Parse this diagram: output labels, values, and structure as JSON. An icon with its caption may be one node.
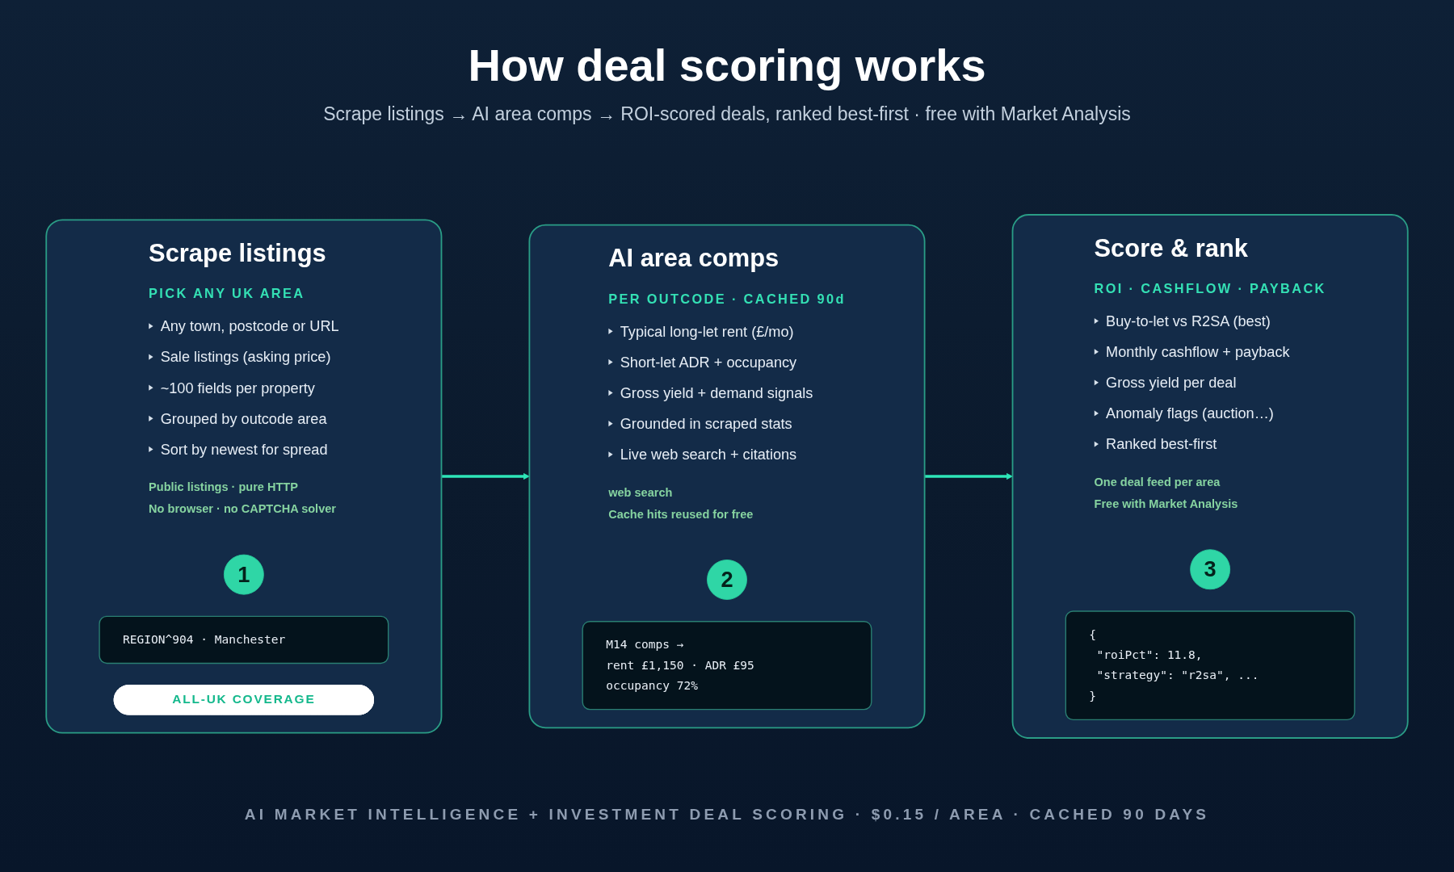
{
  "diagram": {
    "title": "How deal scoring works",
    "caption": "AI MARKET INTELLIGENCE + INVESTMENT DEAL SCORING · $0.15 / AREA · CACHED 90 DAYS",
    "labels": [
      "Scrape listings → AI area comps → ROI-scored deals, ranked best-first · free with Market Analysis"
    ],
    "nodes": [
      {
        "text": [
          "Scrape listings",
          "PICK ANY UK AREA",
          "Any town, postcode or URL",
          "Sale listings (asking price)",
          "~100 fields per property",
          "Grouped by outcode area",
          "Sort by newest for spread",
          "Public listings · pure HTTP",
          "No browser · no CAPTCHA solver"
        ]
      },
      {
        "text": [
          "1"
        ],
        "in": 0
      },
      {
        "text": [
          "REGION^904 · Manchester"
        ],
        "in": 0
      },
      {
        "text": [
          "ALL-UK COVERAGE"
        ],
        "in": 0
      },
      {
        "text": [
          "AI area comps",
          "PER OUTCODE · CACHED 90d",
          "Typical long-let rent (£/mo)",
          "Short-let ADR + occupancy",
          "Gross yield + demand signals",
          "Grounded in scraped stats",
          "Live web search + citations",
          "web search",
          "Cache hits reused for free"
        ]
      },
      {
        "text": [
          "2"
        ],
        "in": 4
      },
      {
        "text": [
          "M14 comps →",
          "rent £1,150 · ADR £95",
          "occupancy 72%"
        ],
        "in": 4
      },
      {
        "text": [
          "Score & rank",
          "ROI · CASHFLOW · PAYBACK",
          "Buy-to-let vs R2SA (best)",
          "Monthly cashflow + payback",
          "Gross yield per deal",
          "Anomaly flags (auction…)",
          "Ranked best-first",
          "One deal feed per area",
          "Free with Market Analysis"
        ]
      },
      {
        "text": [
          "3"
        ],
        "in": 7
      },
      {
        "text": [
          "{",
          "\"roiPct\": 11.8,",
          "\"strategy\": \"r2sa\", ...",
          "}"
        ],
        "in": 7
      }
    ],
    "edges": [
      {
        "from": 0,
        "to": 4,
        "arrow": "to"
      },
      {
        "from": 4,
        "to": 7,
        "arrow": "to"
      }
    ]
  }
}
